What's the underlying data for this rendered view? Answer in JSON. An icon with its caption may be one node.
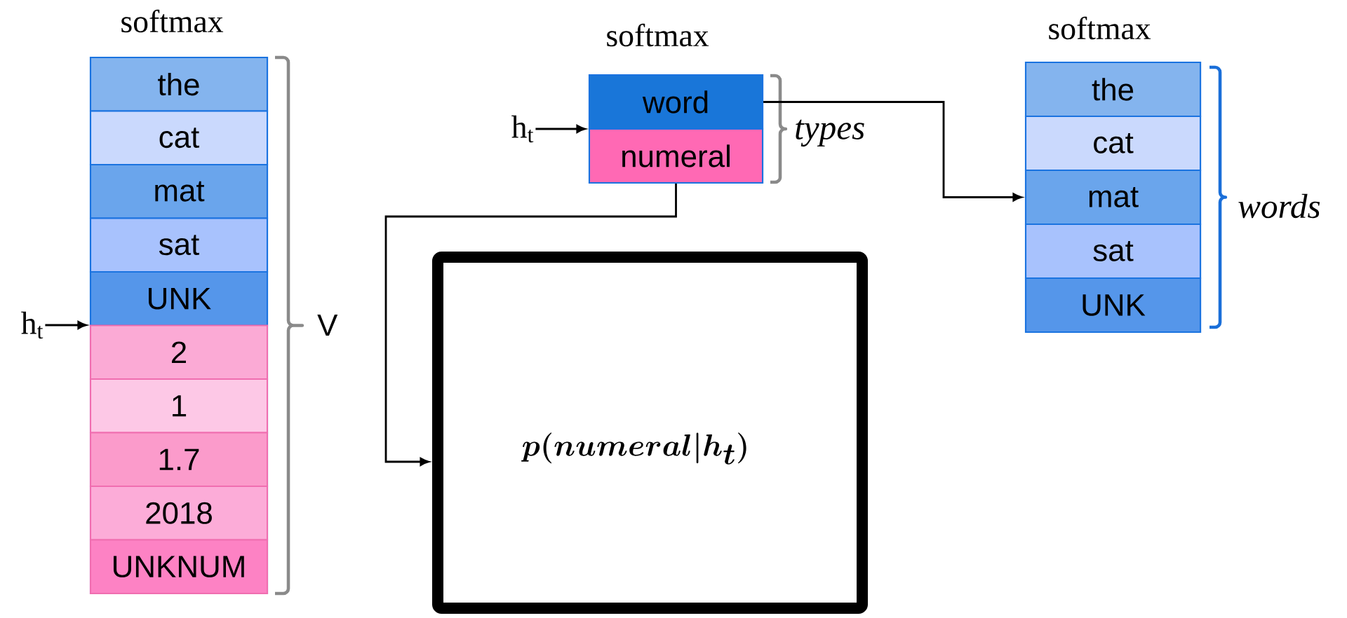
{
  "diagram": {
    "nodes": [
      {
        "text": [
          "softmax"
        ]
      },
      {
        "text": [
          "the"
        ],
        "in": 0
      },
      {
        "text": [
          "cat"
        ],
        "in": 0
      },
      {
        "text": [
          "mat"
        ],
        "in": 0
      },
      {
        "text": [
          "sat"
        ],
        "in": 0
      },
      {
        "text": [
          "UNK"
        ],
        "in": 0
      },
      {
        "text": [
          "2"
        ],
        "in": 0
      },
      {
        "text": [
          "1"
        ],
        "in": 0
      },
      {
        "text": [
          "1.7"
        ],
        "in": 0
      },
      {
        "text": [
          "2018"
        ],
        "in": 0
      },
      {
        "text": [
          "UNKNUM"
        ],
        "in": 0
      },
      {
        "text": [
          "h$_{t}$"
        ]
      },
      {
        "text": [
          "softmax"
        ]
      },
      {
        "text": [
          "word"
        ],
        "in": 12
      },
      {
        "text": [
          "numeral"
        ],
        "in": 12
      },
      {
        "text": [
          "h$_{t}$"
        ]
      },
      {
        "text": [
          "softmax"
        ]
      },
      {
        "text": [
          "the"
        ],
        "in": 16
      },
      {
        "text": [
          "cat"
        ],
        "in": 16
      },
      {
        "text": [
          "mat"
        ],
        "in": 16
      },
      {
        "text": [
          "sat"
        ],
        "in": 16
      },
      {
        "text": [
          "UNK"
        ],
        "in": 16
      },
      {
        "text": [
          "\\boldsymbol{p(numeral|h_{t})}"
        ]
      }
    ],
    "edges": [
      {
        "from": 11,
        "to": 0,
        "arrow": "to"
      },
      {
        "from": 15,
        "to": 12,
        "arrow": "to"
      },
      {
        "from": 13,
        "to": 19,
        "arrow": "to"
      },
      {
        "from": 14,
        "to": 22,
        "arrow": "to"
      }
    ],
    "labels": [
      "V",
      "types",
      "words"
    ]
  }
}
